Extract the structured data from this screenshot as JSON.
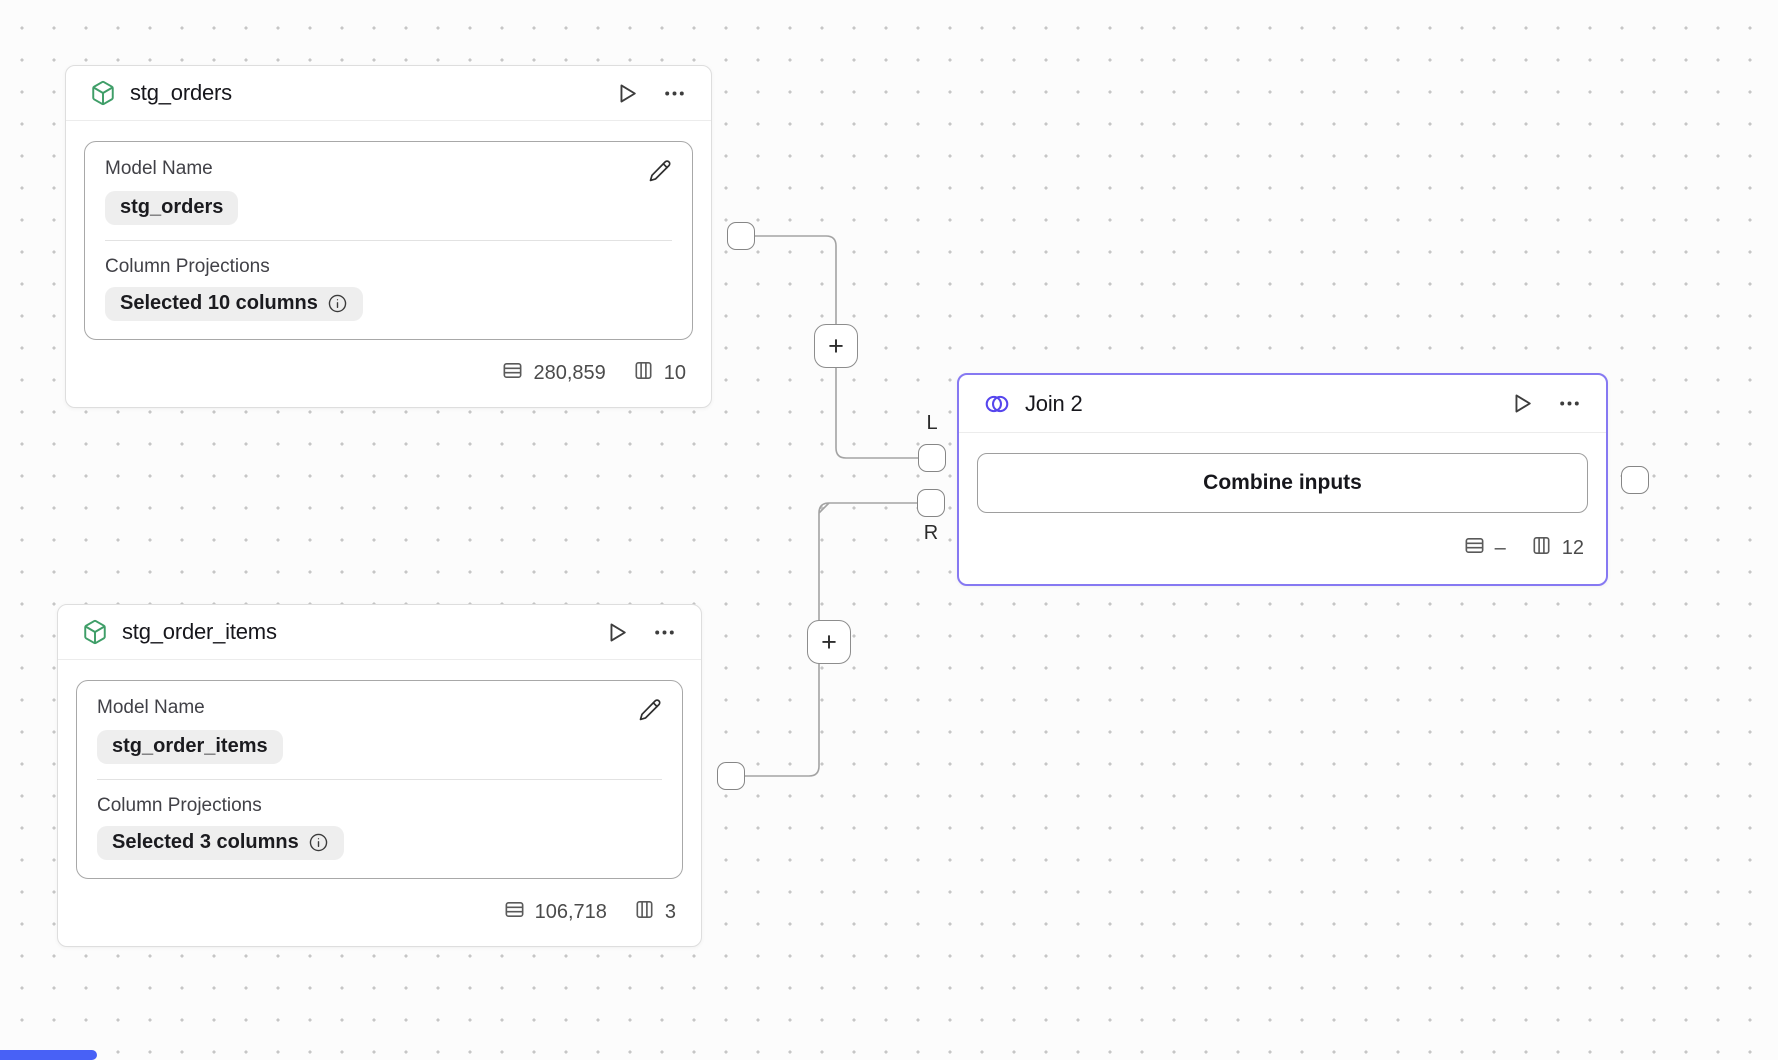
{
  "canvas": {
    "background_color": "#fcfcfc",
    "grid_dot_color": "#c6c6c6"
  },
  "colors": {
    "model_icon_green": "#3f9e68",
    "join_icon_accent": "#5646ed",
    "join_border": "#8679f2",
    "edge_gray": "#a3a3a3",
    "bottom_bar_blue": "#4861f6"
  },
  "edges": {
    "add_button_label": "+"
  },
  "nodes": {
    "stg_orders": {
      "title": "stg_orders",
      "icon": "cube-icon",
      "model_name_label": "Model Name",
      "model_name_value": "stg_orders",
      "column_projections_label": "Column Projections",
      "column_projections_value": "Selected 10 columns",
      "row_count": "280,859",
      "column_count": "10"
    },
    "stg_order_items": {
      "title": "stg_order_items",
      "icon": "cube-icon",
      "model_name_label": "Model Name",
      "model_name_value": "stg_order_items",
      "column_projections_label": "Column Projections",
      "column_projections_value": "Selected 3 columns",
      "row_count": "106,718",
      "column_count": "3"
    },
    "join_2": {
      "title": "Join 2",
      "icon": "venn-join-icon",
      "button_label": "Combine inputs",
      "row_count": "–",
      "column_count": "12",
      "left_port_label": "L",
      "right_port_label": "R"
    }
  }
}
